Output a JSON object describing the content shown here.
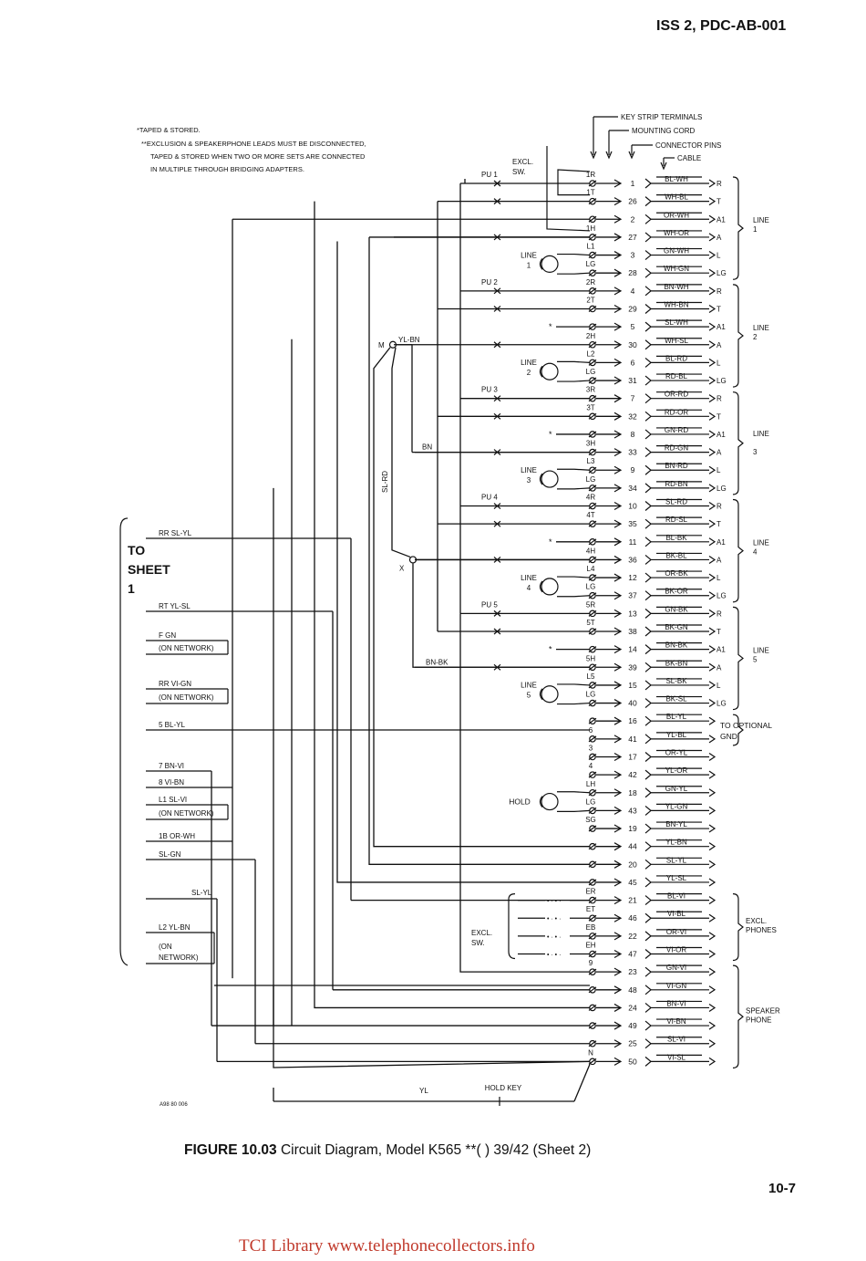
{
  "header": {
    "doc_id": "ISS 2, PDC-AB-001",
    "page_number": "10-7"
  },
  "figure": {
    "number": "FIGURE 10.03",
    "caption": "Circuit Diagram, Model K565 **(  ) 39/42 (Sheet 2)",
    "drawing_no": "A98 80 006"
  },
  "notes": {
    "taped": "*TAPED & STORED.",
    "exclusion": [
      "**EXCLUSION & SPEAKERPHONE LEADS MUST BE DISCONNECTED,",
      "TAPED & STORED WHEN TWO OR MORE SETS ARE CONNECTED",
      "IN MULTIPLE THROUGH BRIDGING ADAPTERS."
    ]
  },
  "column_headers": {
    "key_strip": "KEY STRIP TERMINALS",
    "mounting_cord": "MOUNTING CORD",
    "connector_pins": "CONNECTOR PINS",
    "cable": "CABLE"
  },
  "pins": [
    {
      "pin": "1",
      "color": "BL-WH",
      "lead": "R",
      "key": "1R"
    },
    {
      "pin": "26",
      "color": "WH-BL",
      "lead": "T",
      "key": "1T"
    },
    {
      "pin": "2",
      "color": "OR-WH",
      "lead": "A1",
      "key": ""
    },
    {
      "pin": "27",
      "color": "WH-OR",
      "lead": "A",
      "key": "1H"
    },
    {
      "pin": "3",
      "color": "GN-WH",
      "lead": "L",
      "key": "L1"
    },
    {
      "pin": "28",
      "color": "WH-GN",
      "lead": "LG",
      "key": "LG"
    },
    {
      "pin": "4",
      "color": "BN-WH",
      "lead": "R",
      "key": "2R"
    },
    {
      "pin": "29",
      "color": "WH-BN",
      "lead": "T",
      "key": "2T"
    },
    {
      "pin": "5",
      "color": "SL-WH",
      "lead": "A1",
      "key": ""
    },
    {
      "pin": "30",
      "color": "WH-SL",
      "lead": "A",
      "key": "2H"
    },
    {
      "pin": "6",
      "color": "BL-RD",
      "lead": "L",
      "key": "L2"
    },
    {
      "pin": "31",
      "color": "RD-BL",
      "lead": "LG",
      "key": "LG"
    },
    {
      "pin": "7",
      "color": "OR-RD",
      "lead": "R",
      "key": "3R"
    },
    {
      "pin": "32",
      "color": "RD-OR",
      "lead": "T",
      "key": "3T"
    },
    {
      "pin": "8",
      "color": "GN-RD",
      "lead": "A1",
      "key": ""
    },
    {
      "pin": "33",
      "color": "RD-GN",
      "lead": "A",
      "key": "3H"
    },
    {
      "pin": "9",
      "color": "BN-RD",
      "lead": "L",
      "key": "L3"
    },
    {
      "pin": "34",
      "color": "RD-BN",
      "lead": "LG",
      "key": "LG"
    },
    {
      "pin": "10",
      "color": "SL-RD",
      "lead": "R",
      "key": "4R"
    },
    {
      "pin": "35",
      "color": "RD-SL",
      "lead": "T",
      "key": "4T"
    },
    {
      "pin": "11",
      "color": "BL-BK",
      "lead": "A1",
      "key": ""
    },
    {
      "pin": "36",
      "color": "BK-BL",
      "lead": "A",
      "key": "4H"
    },
    {
      "pin": "12",
      "color": "OR-BK",
      "lead": "L",
      "key": "L4"
    },
    {
      "pin": "37",
      "color": "BK-OR",
      "lead": "LG",
      "key": "LG"
    },
    {
      "pin": "13",
      "color": "GN-BK",
      "lead": "R",
      "key": "5R"
    },
    {
      "pin": "38",
      "color": "BK-GN",
      "lead": "T",
      "key": "5T"
    },
    {
      "pin": "14",
      "color": "BN-BK",
      "lead": "A1",
      "key": ""
    },
    {
      "pin": "39",
      "color": "BK-BN",
      "lead": "A",
      "key": "5H"
    },
    {
      "pin": "15",
      "color": "SL-BK",
      "lead": "L",
      "key": "L5"
    },
    {
      "pin": "40",
      "color": "BK-SL",
      "lead": "LG",
      "key": "LG"
    },
    {
      "pin": "16",
      "color": "BL-YL",
      "lead": "",
      "key": ""
    },
    {
      "pin": "41",
      "color": "YL-BL",
      "lead": "",
      "key": "6"
    },
    {
      "pin": "17",
      "color": "OR-YL",
      "lead": "",
      "key": "3"
    },
    {
      "pin": "42",
      "color": "YL-OR",
      "lead": "",
      "key": "4"
    },
    {
      "pin": "18",
      "color": "GN-YL",
      "lead": "",
      "key": "LH"
    },
    {
      "pin": "43",
      "color": "YL-GN",
      "lead": "",
      "key": "LG"
    },
    {
      "pin": "19",
      "color": "BN-YL",
      "lead": "",
      "key": "SG"
    },
    {
      "pin": "44",
      "color": "YL-BN",
      "lead": "",
      "key": ""
    },
    {
      "pin": "20",
      "color": "SL-YL",
      "lead": "",
      "key": ""
    },
    {
      "pin": "45",
      "color": "YL-SL",
      "lead": "",
      "key": ""
    },
    {
      "pin": "21",
      "color": "BL-VI",
      "lead": "",
      "key": "ER"
    },
    {
      "pin": "46",
      "color": "VI-BL",
      "lead": "",
      "key": "ET"
    },
    {
      "pin": "22",
      "color": "OR-VI",
      "lead": "",
      "key": "EB"
    },
    {
      "pin": "47",
      "color": "VI-OR",
      "lead": "",
      "key": "EH"
    },
    {
      "pin": "23",
      "color": "GN-VI",
      "lead": "",
      "key": "9"
    },
    {
      "pin": "48",
      "color": "VI-GN",
      "lead": "",
      "key": ""
    },
    {
      "pin": "24",
      "color": "BN-VI",
      "lead": "",
      "key": ""
    },
    {
      "pin": "49",
      "color": "VI-BN",
      "lead": "",
      "key": ""
    },
    {
      "pin": "25",
      "color": "SL-VI",
      "lead": "",
      "key": ""
    },
    {
      "pin": "50",
      "color": "VI-SL",
      "lead": "",
      "key": "N"
    }
  ],
  "groups": {
    "line1": [
      "LINE",
      "1"
    ],
    "line2": [
      "LINE",
      "2"
    ],
    "line3": [
      "LINE",
      "3"
    ],
    "line4": [
      "LINE",
      "4"
    ],
    "line5": [
      "LINE",
      "5"
    ],
    "optional_gnd": [
      "TO OPTIONAL",
      "GND"
    ],
    "excl_phones": [
      "EXCL.",
      "PHONES"
    ],
    "speaker_phone": [
      "SPEAKER",
      "PHONE"
    ]
  },
  "switch_labels": {
    "pu1": "PU 1",
    "pu2": "PU 2",
    "pu3": "PU 3",
    "pu4": "PU 4",
    "pu5": "PU 5",
    "excl_sw_top": [
      "EXCL.",
      "SW."
    ],
    "excl_sw_bottom": [
      "EXCL.",
      "SW."
    ],
    "lamp1": [
      "LINE",
      "1"
    ],
    "lamp2": [
      "LINE",
      "2"
    ],
    "lamp3": [
      "LINE",
      "3"
    ],
    "lamp4": [
      "LINE",
      "4"
    ],
    "lamp5": [
      "LINE",
      "5"
    ],
    "hold": "HOLD",
    "hold_key": "HOLD KEY",
    "asterisk": "*"
  },
  "junction_labels": {
    "m": "M",
    "x": "X",
    "yl_bn": "YL-BN",
    "sl_rd": "SL-RD",
    "bn": "BN",
    "bn_bk": "BN-BK",
    "yl": "YL"
  },
  "to_sheet": [
    "TO",
    "SHEET",
    "1"
  ],
  "left_leads": {
    "rr_sl_yl": "RR  SL-YL",
    "rt_yl_sl": "RT  YL-SL",
    "f_gn": "F    GN",
    "on_net_1": "(ON NETWORK)",
    "rr_vi_gn": "RR    VI-GN",
    "on_net_2": "(ON NETWORK)",
    "l5_bl_yl": "5     BL-YL",
    "l7_bn_vi": "7     BN-VI",
    "l8_vi_bn": "8     VI-BN",
    "l1_sl_vi": "L1    SL-VI",
    "on_net_3": "(ON NETWORK)",
    "l1b_or_wh": "1B    OR-WH",
    "sl_gn": "SL-GN",
    "sl_yl": "SL-YL",
    "l2_yl_bn": "L2    YL-BN",
    "on_net_4a": "(ON",
    "on_net_4b": "NETWORK)"
  },
  "footer": "TCI Library  www.telephonecollectors.info"
}
